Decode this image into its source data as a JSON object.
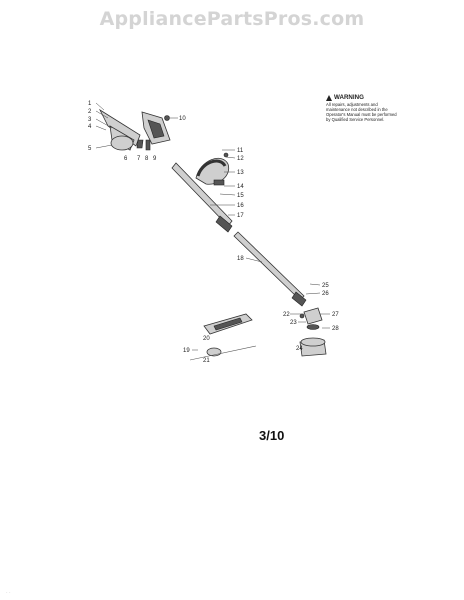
{
  "watermark": "AppliancePartsPros.com",
  "warning": {
    "title": "WARNING",
    "body": "All repairs, adjustments and maintenance not described in the Operator's Manual must be performed by Qualified Service Personnel."
  },
  "page_number": "3/10",
  "corner_mark": "· ·",
  "callouts": [
    "1",
    "2",
    "3",
    "4",
    "5",
    "6",
    "7",
    "8",
    "9",
    "10",
    "11",
    "12",
    "13",
    "14",
    "15",
    "16",
    "17",
    "18",
    "19",
    "20",
    "21",
    "22",
    "23",
    "24",
    "25",
    "26",
    "27",
    "28"
  ]
}
